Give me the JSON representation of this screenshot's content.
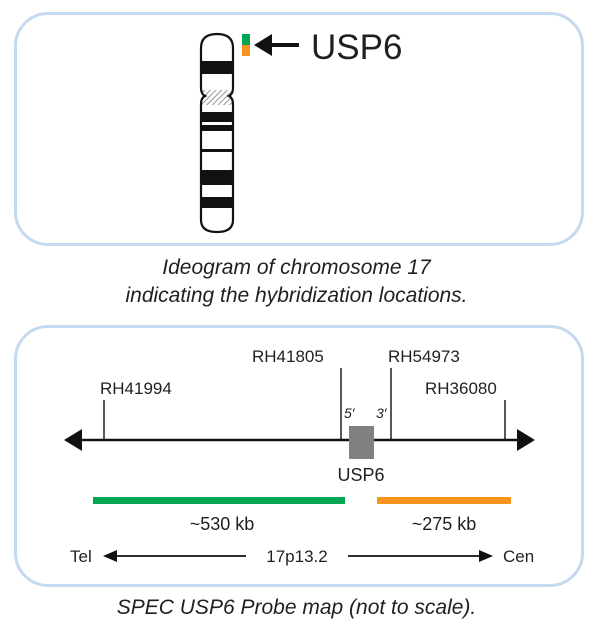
{
  "ideogram": {
    "gene_label": "USP6",
    "caption_line1": "Ideogram of chromosome 17",
    "caption_line2": "indicating the hybridization locations.",
    "probe_colors": [
      "#00a651",
      "#f7941d"
    ]
  },
  "probe_map": {
    "markers": [
      {
        "name": "RH41994"
      },
      {
        "name": "RH41805"
      },
      {
        "name": "RH54973"
      },
      {
        "name": "RH36080"
      }
    ],
    "five_prime": "5′",
    "three_prime": "3′",
    "gene_label": "USP6",
    "green_probe": {
      "size_label": "~530 kb",
      "color": "#00a651"
    },
    "orange_probe": {
      "size_label": "~275 kb",
      "color": "#f7941d"
    },
    "orientation": {
      "left": "Tel",
      "center": "17p13.2",
      "right": "Cen"
    },
    "caption": "SPEC USP6 Probe map (not to scale)."
  },
  "colors": {
    "panel_border": "#c5daf0",
    "gene_box": "#808080",
    "ink": "#231f20"
  }
}
